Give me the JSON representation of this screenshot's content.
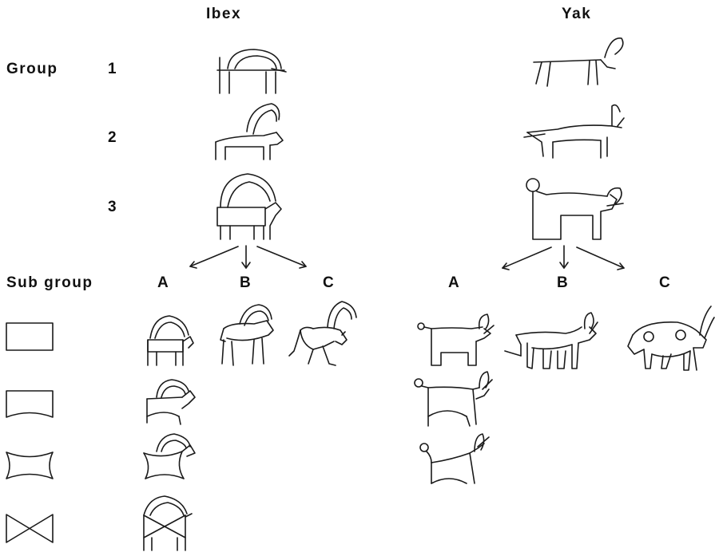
{
  "headers": {
    "ibex": "Ibex",
    "yak": "Yak"
  },
  "rows": {
    "group_label": "Group",
    "g1": "1",
    "g2": "2",
    "g3": "3",
    "subgroup_label": "Sub group"
  },
  "subgroups": {
    "ibex": [
      "A",
      "B",
      "C"
    ],
    "yak": [
      "A",
      "B",
      "C"
    ]
  },
  "shape_legend": [
    "rectangle",
    "concave-bottom",
    "concave-both",
    "crossed"
  ]
}
